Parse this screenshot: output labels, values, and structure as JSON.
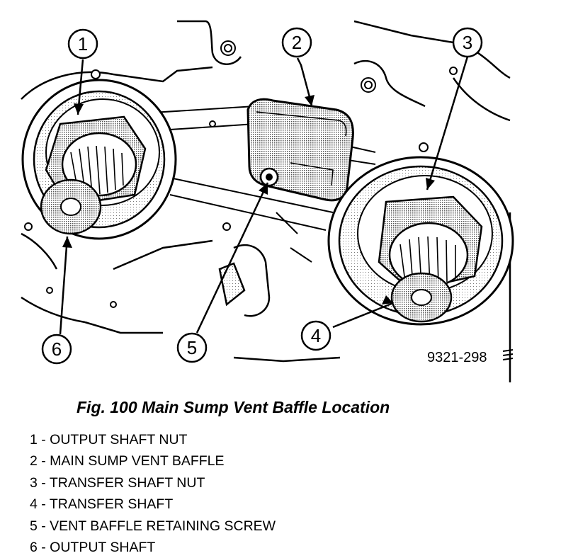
{
  "figure": {
    "code": "9321-298",
    "caption": "Fig. 100 Main Sump Vent Baffle Location"
  },
  "callouts": [
    {
      "number": "1",
      "text": "OUTPUT SHAFT NUT"
    },
    {
      "number": "2",
      "text": "MAIN SUMP VENT BAFFLE"
    },
    {
      "number": "3",
      "text": "TRANSFER SHAFT NUT"
    },
    {
      "number": "4",
      "text": "TRANSFER SHAFT"
    },
    {
      "number": "5",
      "text": "VENT BAFFLE RETAINING SCREW"
    },
    {
      "number": "6",
      "text": "OUTPUT SHAFT"
    }
  ],
  "legend": [
    "1 - OUTPUT SHAFT NUT",
    "2 - MAIN SUMP VENT BAFFLE",
    "3 - TRANSFER SHAFT NUT",
    "4 - TRANSFER SHAFT",
    "5 - VENT BAFFLE RETAINING SCREW",
    "6 - OUTPUT SHAFT"
  ]
}
